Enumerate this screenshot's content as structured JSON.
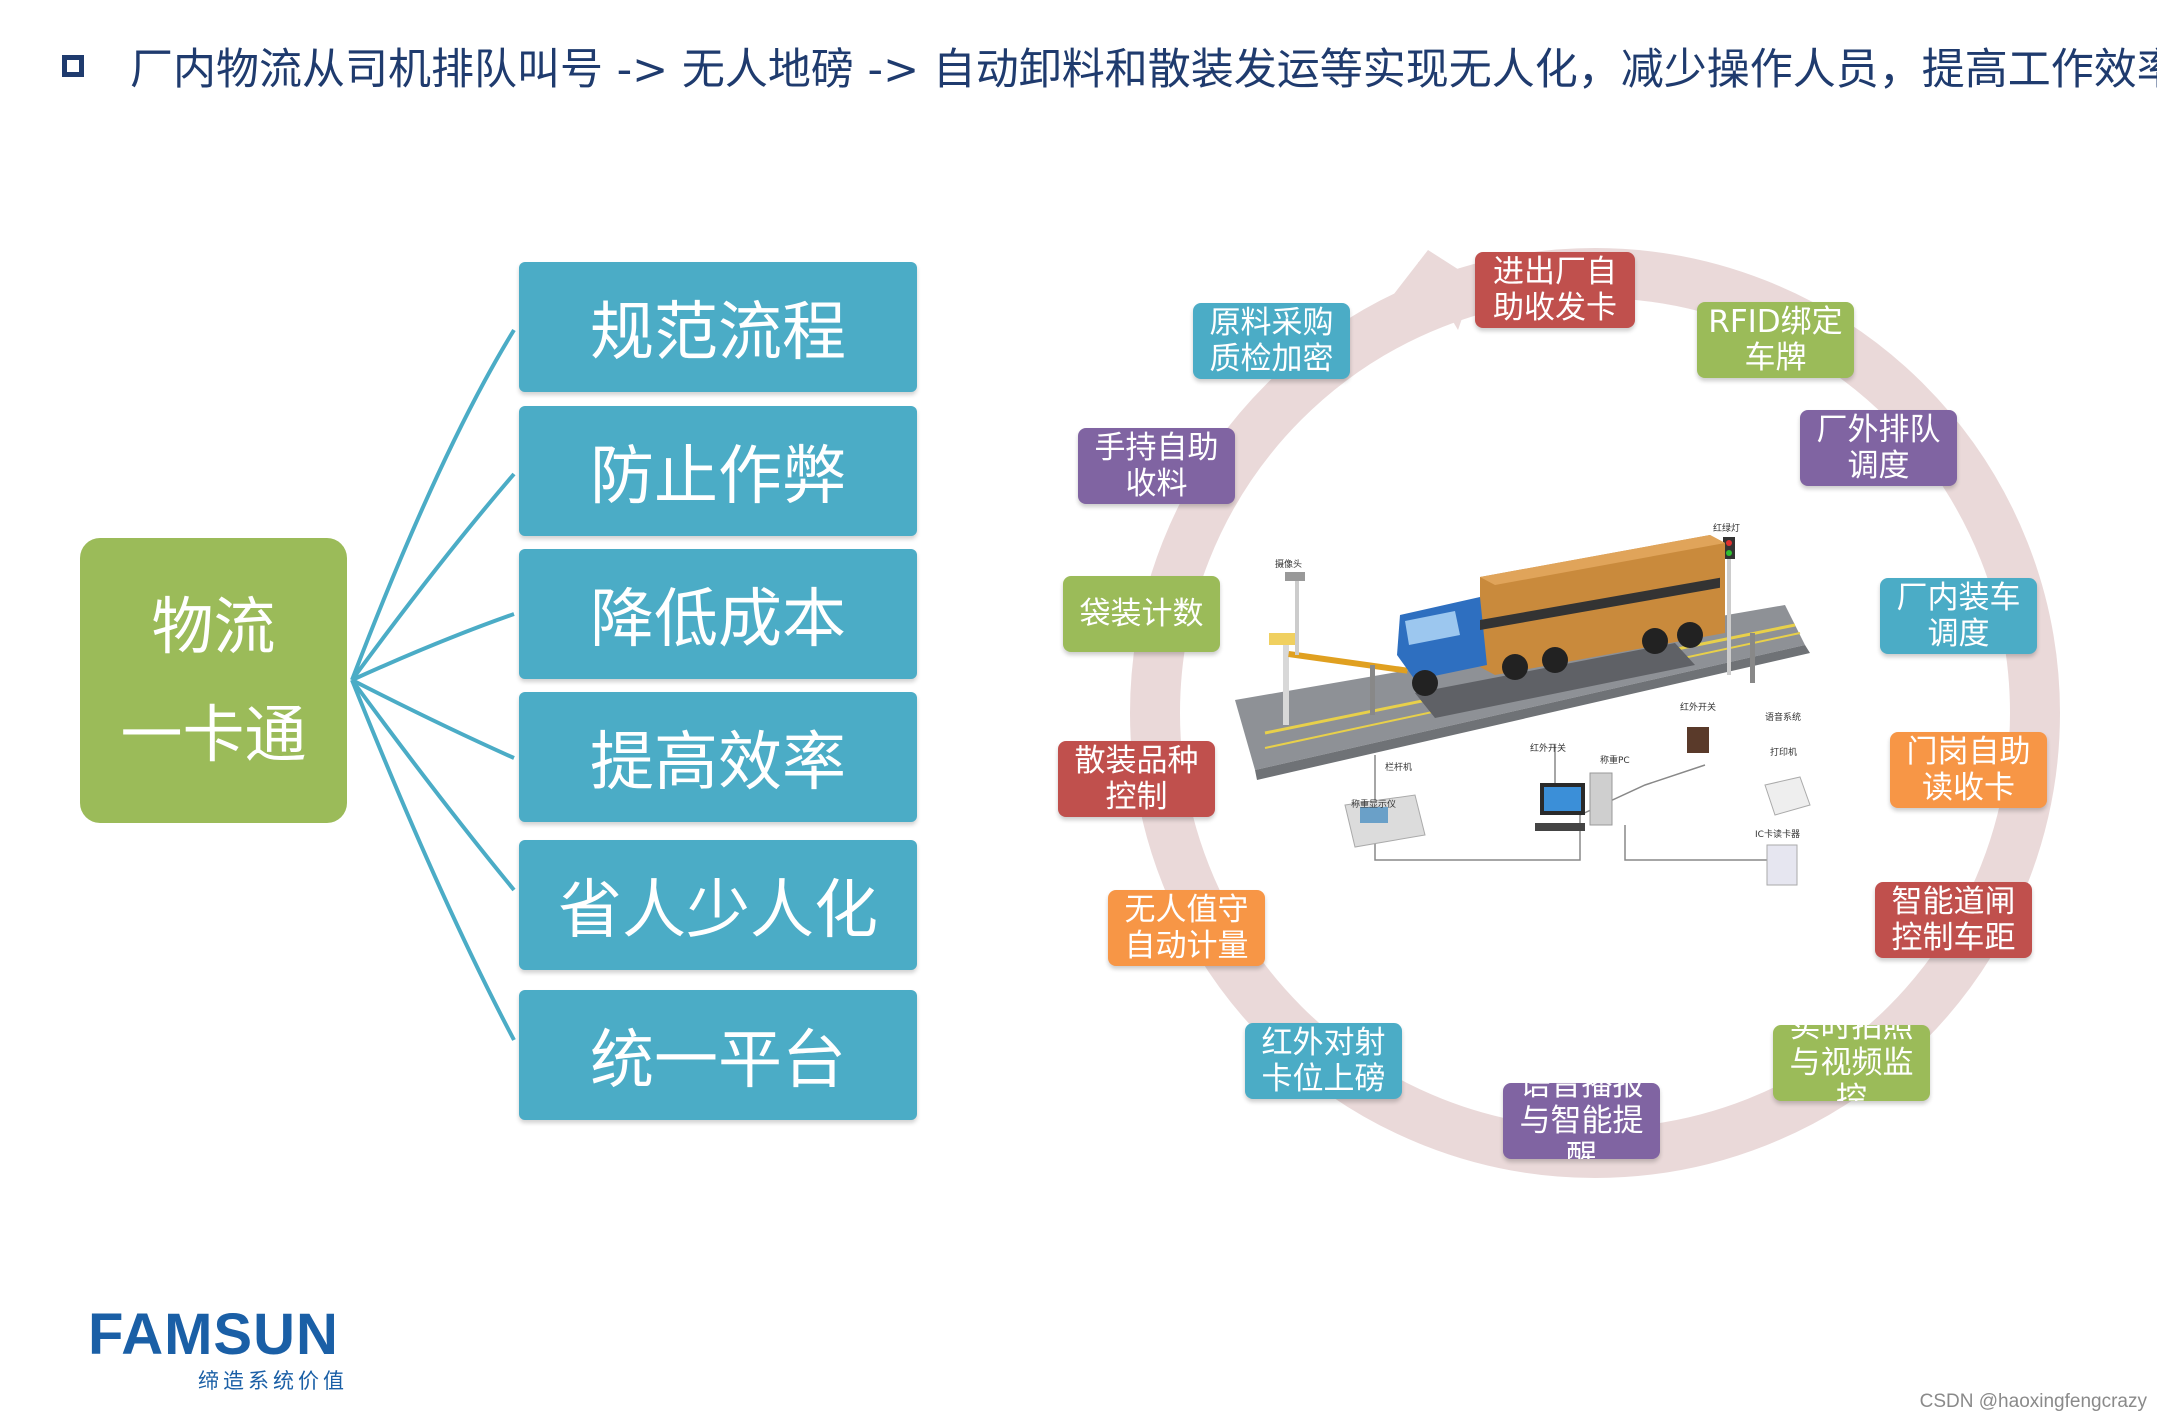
{
  "header": {
    "title": "厂内物流从司机排队叫号 -> 无人地磅 -> 自动卸料和散装发运等实现无人化，减少操作人员，提高工作效率。"
  },
  "mindmap": {
    "root_line1": "物流",
    "root_line2": "一卡通",
    "branches": [
      "规范流程",
      "防止作弊",
      "降低成本",
      "提高效率",
      "省人少人化",
      "统一平台"
    ]
  },
  "cycle": {
    "nodes": [
      {
        "label": "进出厂自\n助收发卡",
        "color": "#c0504d"
      },
      {
        "label": "RFID绑定\n车牌",
        "color": "#9bbb59"
      },
      {
        "label": "厂外排队\n调度",
        "color": "#8064a2"
      },
      {
        "label": "厂内装车\n调度",
        "color": "#4bacc6"
      },
      {
        "label": "门岗自助\n读收卡",
        "color": "#f79646"
      },
      {
        "label": "智能道闸\n控制车距",
        "color": "#c0504d"
      },
      {
        "label": "实时拍照\n与视频监\n控",
        "color": "#9bbb59"
      },
      {
        "label": "语音播报\n与智能提\n醒",
        "color": "#8064a2"
      },
      {
        "label": "红外对射\n卡位上磅",
        "color": "#4bacc6"
      },
      {
        "label": "无人值守\n自动计量",
        "color": "#f79646"
      },
      {
        "label": "散装品种\n控制",
        "color": "#c0504d"
      },
      {
        "label": "袋装计数",
        "color": "#9bbb59"
      },
      {
        "label": "手持自助\n收料",
        "color": "#8064a2"
      },
      {
        "label": "原料采购\n质检加密",
        "color": "#4bacc6"
      }
    ],
    "ring_color": "#ead9d9"
  },
  "scene": {
    "labels": {
      "camera": "摄像头",
      "traffic_light": "红绿灯",
      "ir_switch_1": "红外开关",
      "ir_switch_2": "红外开关",
      "barrier": "栏杆机",
      "voice": "语音系统",
      "pc": "称重PC",
      "printer": "打印机",
      "display": "称重显示仪",
      "card_reader": "IC卡读卡器"
    }
  },
  "footer": {
    "brand": "FAMSUN",
    "slogan": "缔造系统价值",
    "watermark": "CSDN @haoxingfengcrazy"
  }
}
